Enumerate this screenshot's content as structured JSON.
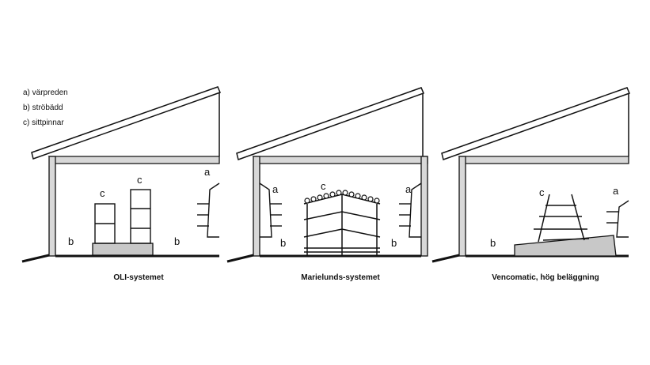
{
  "legend": [
    "a) värpreden",
    "b) ströbädd",
    "c) sittpinnar"
  ],
  "panels": [
    {
      "caption": "OLI-systemet",
      "labels": {
        "a": "a",
        "b1": "b",
        "b2": "b",
        "c1": "c",
        "c2": "c"
      }
    },
    {
      "caption": "Marielunds-systemet",
      "labels": {
        "a1": "a",
        "a2": "a",
        "b1": "b",
        "b2": "b",
        "c": "c"
      }
    },
    {
      "caption": "Vencomatic, hög beläggning",
      "labels": {
        "a": "a",
        "b": "b",
        "c": "c"
      }
    }
  ]
}
